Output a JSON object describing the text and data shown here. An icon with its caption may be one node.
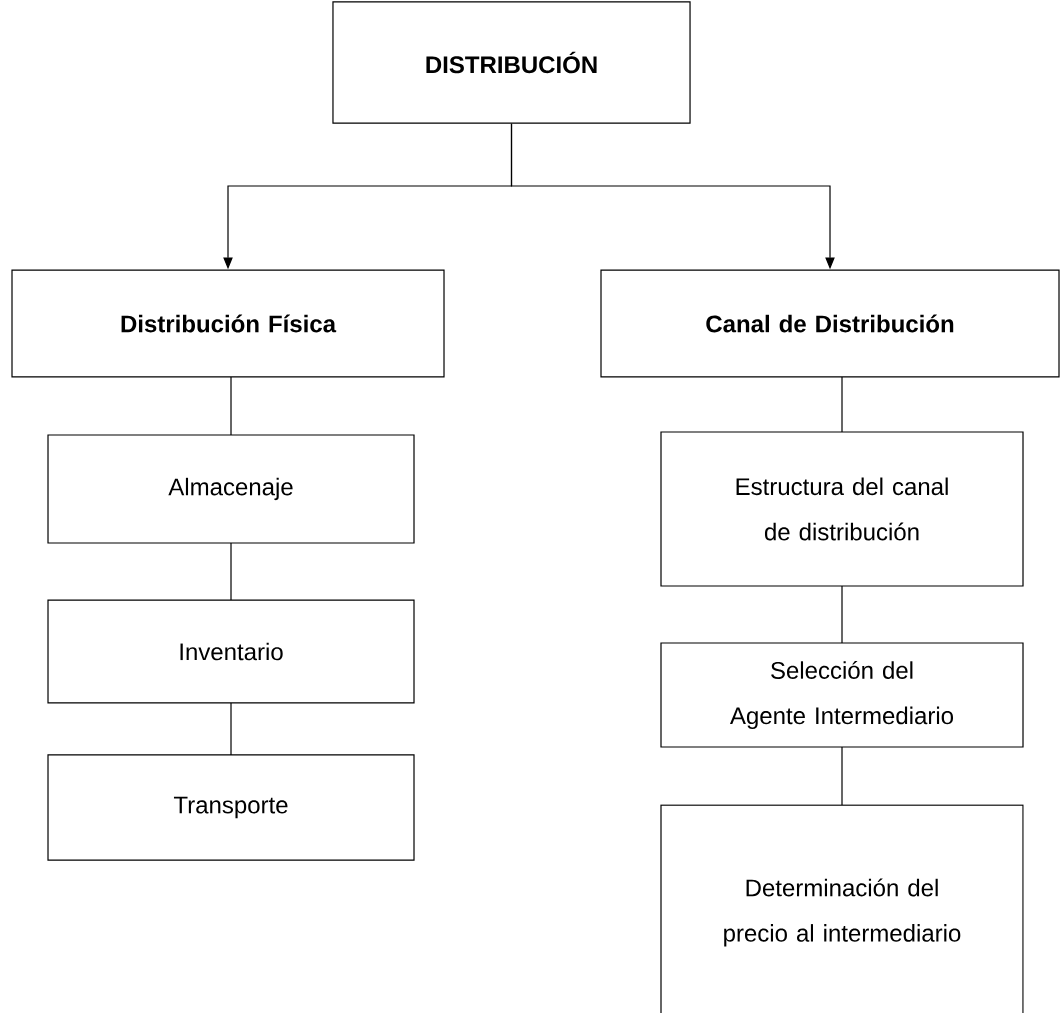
{
  "diagram": {
    "nodes": [
      {
        "text": [
          "DISTRIBUCIÓN"
        ]
      },
      {
        "text": [
          "Distribución Física"
        ]
      },
      {
        "text": [
          "Canal de Distribución"
        ]
      },
      {
        "text": [
          "Almacenaje"
        ]
      },
      {
        "text": [
          "Inventario"
        ]
      },
      {
        "text": [
          "Transporte"
        ]
      },
      {
        "text": [
          "Estructura del canal de distribución"
        ]
      },
      {
        "text": [
          "Selección del Agente Intermediario"
        ]
      },
      {
        "text": [
          "Determinación del precio al intermediario"
        ]
      }
    ],
    "edges": [
      {
        "from": 0,
        "to": 1,
        "arrow": "to"
      },
      {
        "from": 0,
        "to": 2,
        "arrow": "to"
      },
      {
        "from": 1,
        "to": 3,
        "arrow": "none"
      },
      {
        "from": 3,
        "to": 4,
        "arrow": "none"
      },
      {
        "from": 4,
        "to": 5,
        "arrow": "none"
      },
      {
        "from": 2,
        "to": 6,
        "arrow": "none"
      },
      {
        "from": 6,
        "to": 7,
        "arrow": "none"
      },
      {
        "from": 7,
        "to": 8,
        "arrow": "none"
      }
    ]
  }
}
